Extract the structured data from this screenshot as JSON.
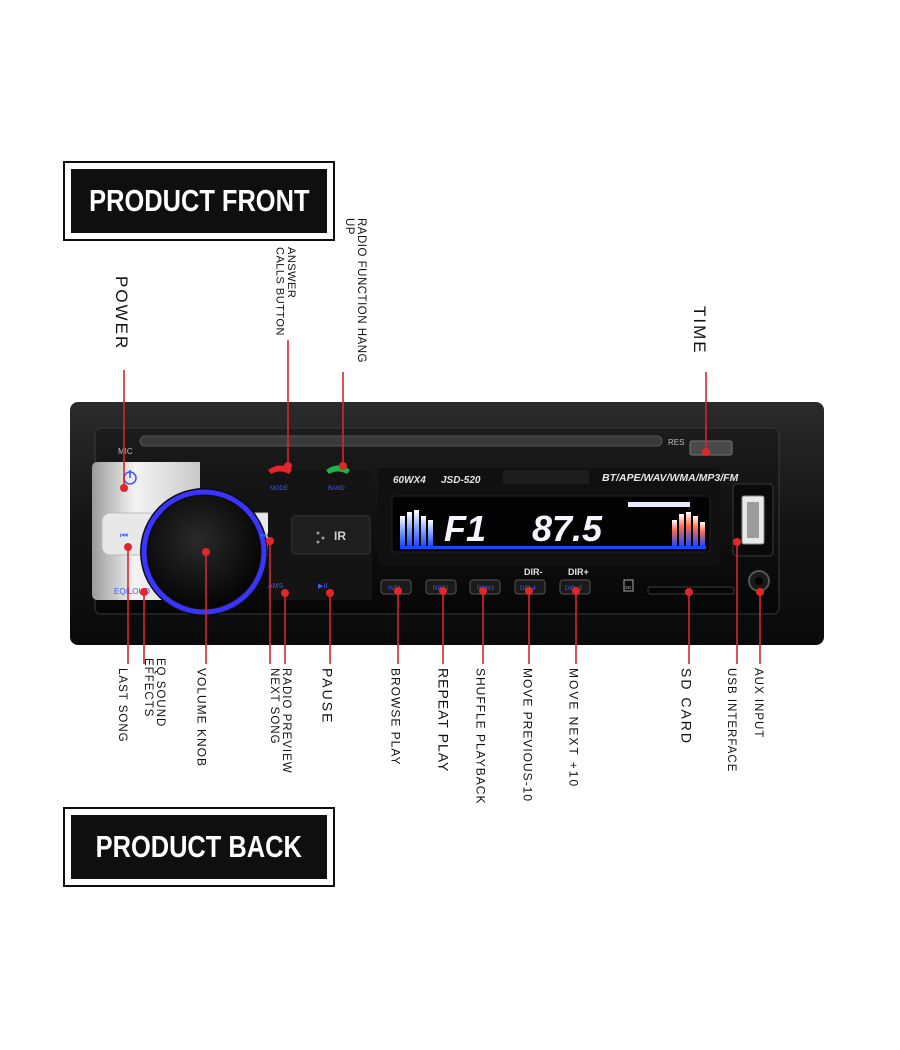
{
  "banners": {
    "front": "PRODUCT FRONT",
    "back": "PRODUCT BACK"
  },
  "labels": {
    "power": "POWER",
    "answer_calls": "ANSWER CALLS BUTTON",
    "radio_function": "RADIO FUNCTION HANG UP",
    "time": "TIME",
    "last_song": "LAST SONG",
    "eq_sound": "EQ SOUND EFFECTS",
    "volume_knob": "VOLUME KNOB",
    "radio_preview": "RADIO PREVIEW NEXT SONG",
    "pause": "PAUSE",
    "browse_play": "BROWSE PLAY",
    "repeat_play": "REPEAT PLAY",
    "shuffle_playback": "SHUFFLE PLAYBACK",
    "move_previous": "MOVE PREVIOUS-10",
    "move_next": "MOVE NEXT +10",
    "sd_card": "SD CARD",
    "usb_interface": "USB INTERFACE",
    "aux_input": "AUX INPUT"
  },
  "device": {
    "mic": "MIC",
    "res": "RES",
    "power_rating": "60WX4",
    "model": "JSD-520",
    "formats": "BT/APE/WAV/WMA/MP3/FM",
    "display_band": "F1",
    "display_freq": "87.5",
    "eq_loud": "EQ/LOUD",
    "mode": "MODE",
    "band": "BAND",
    "ams": "AMS",
    "play_pause": "▶II",
    "dir_minus": "DIR-",
    "dir_plus": "DIR+",
    "btn_1": "INT1",
    "btn_2": "RPT2",
    "btn_3": "RDM3",
    "btn_4": "DIR-4",
    "btn_5": "DIR+5",
    "prev_symbol": "⏮",
    "next_symbol": "⏭",
    "ir_symbol": "IR",
    "sd_symbol": "SD"
  },
  "colors": {
    "callout_red": "#e3262a",
    "display_blue": "#1b49ff",
    "knob_ring": "#3a34ff",
    "banner_bg": "#0f0f0f"
  }
}
